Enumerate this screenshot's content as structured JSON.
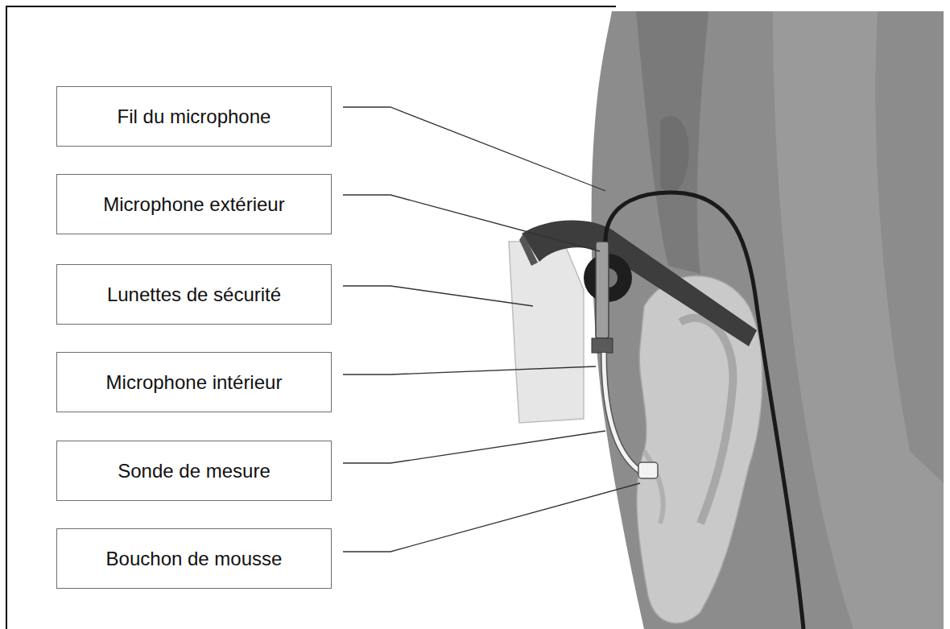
{
  "diagram": {
    "nodes": [
      {
        "text": [
          "Fil du microphone"
        ]
      },
      {
        "text": [
          "Microphone extérieur"
        ]
      },
      {
        "text": [
          "Lunettes de sécurité"
        ]
      },
      {
        "text": [
          "Microphone intérieur"
        ]
      },
      {
        "text": [
          "Sonde de mesure"
        ]
      },
      {
        "text": [
          "Bouchon de mousse"
        ]
      }
    ]
  }
}
